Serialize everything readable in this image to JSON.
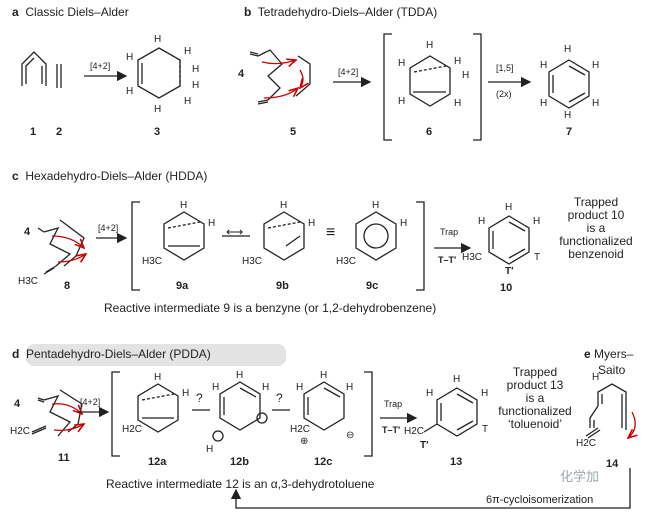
{
  "panels": {
    "a": {
      "letter": "a",
      "title": "Classic Diels–Alder",
      "arrow": "[4+2]",
      "compounds": [
        "1",
        "2",
        "3"
      ]
    },
    "b": {
      "letter": "b",
      "title": "Tetradehydro-Diels–Alder (TDDA)",
      "num": "4",
      "arrow1": "[4+2]",
      "arrow2_top": "[1,5]",
      "arrow2_bottom": "(2x)",
      "compounds": [
        "5",
        "6",
        "7"
      ]
    },
    "c": {
      "letter": "c",
      "title": "Hexadehydro-Diels–Alder (HDDA)",
      "num": "4",
      "arrow": "[4+2]",
      "trap_top": "Trap",
      "trap_bottom": "T–T′",
      "compounds": [
        "8",
        "9a",
        "9b",
        "9c",
        "10"
      ],
      "product_lines": [
        "Trapped",
        "product 10",
        "is a",
        "functionalized",
        "benzenoid"
      ],
      "caption": "Reactive intermediate 9 is a benzyne (or 1,2-dehydrobenzene)"
    },
    "d": {
      "letter": "d",
      "title": "Pentadehydro-Diels–Alder (PDDA)",
      "num": "4",
      "arrow": "[4+2]",
      "q1": "?",
      "q2": "?",
      "trap_top": "Trap",
      "trap_bottom": "T–T′",
      "compounds": [
        "11",
        "12a",
        "12b",
        "12c",
        "13"
      ],
      "product_lines": [
        "Trapped",
        "product 13",
        "is a",
        "functionalized",
        "‘toluenoid’"
      ],
      "caption": "Reactive intermediate 12 is an α,3-dehydrotoluene"
    },
    "e": {
      "letter": "e",
      "title_l1": "Myers–",
      "title_l2": "Saito",
      "compound": "14",
      "cyclo": "6π-cycloisomerization"
    }
  },
  "atoms": {
    "H": "H",
    "T": "T",
    "Tp": "T′",
    "H3C": "H3C",
    "H2C": "H2C",
    "H2Cd": "H2C"
  },
  "symbols": {
    "equiv": "≡",
    "resonance": "⟷",
    "plus": "⊕",
    "minus": "⊖"
  },
  "watermark": "化学加"
}
